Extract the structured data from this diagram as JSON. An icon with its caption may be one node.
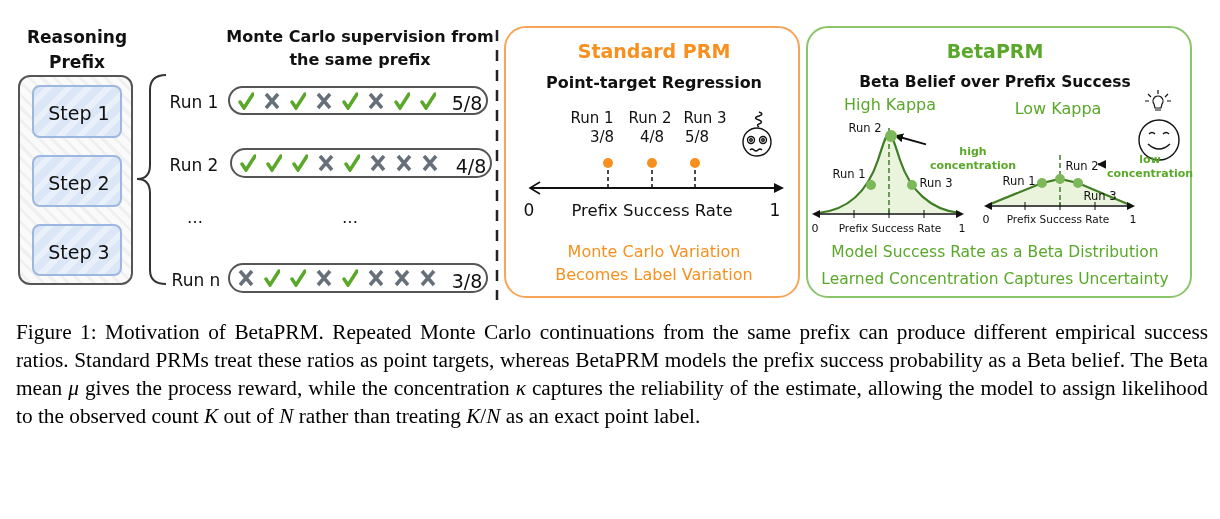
{
  "diagram": {
    "caption": "Figure 1:  Motivation of BetaPRM. Repeated Monte Carlo continuations from the same prefix can produce different empirical success ratios. Standard PRMs treat these ratios as point targets, whereas BetaPRM models the prefix success probability as a Beta belief. The Beta mean *μ* gives the process reward, while the concentration *κ* captures the reliability of the estimate, allowing the model to assign likelihood to the observed count *K* out of *N* rather than treating *K*/*N* as an exact point label.",
    "nodes": [
      {
        "text": [
          "Reasoning Prefix"
        ]
      },
      {
        "text": [
          "Step 1"
        ],
        "in": 0
      },
      {
        "text": [
          "Step 2"
        ],
        "in": 0
      },
      {
        "text": [
          "Step 3"
        ],
        "in": 0
      },
      {
        "text": [
          "5/8"
        ],
        "beside": [
          "Run 1"
        ]
      },
      {
        "text": [
          "4/8"
        ],
        "beside": [
          "Run 2"
        ]
      },
      {
        "text": [
          "3/8"
        ],
        "beside": [
          "Run n"
        ]
      },
      {
        "text": [
          "Standard PRM",
          "Point-target Regression",
          "Monte Carlo Variation Becomes Label Variation"
        ]
      },
      {
        "text": [
          "BetaPRM",
          "Beta Belief over Prefix Success",
          "Model Success Rate as a Beta Distribution",
          "Learned Concentration Captures  Uncertainty"
        ]
      },
      {
        "text": [
          "high concentration"
        ],
        "in": 8
      },
      {
        "text": [],
        "shape": "circle",
        "in": 8
      },
      {
        "text": [
          "low concentration"
        ],
        "in": 8
      },
      {
        "text": [
          "Run 2"
        ],
        "in": 8
      }
    ],
    "edges": [
      {
        "from": 9,
        "to": 10,
        "arrow": "to"
      },
      {
        "from": 11,
        "to": 12,
        "arrow": "to"
      }
    ],
    "labels": [
      "Monte Carlo supervision from the same prefix",
      "…",
      "…",
      "Run 1",
      "Run 2",
      "Run 3",
      "3/8",
      "4/8",
      "5/8",
      "0",
      "Prefix Success Rate",
      "1",
      "High Kappa",
      "Low Kappa",
      "Run 2",
      "Run 1",
      "Run 3",
      "0",
      "Prefix Success Rate",
      "1",
      "Run 1",
      "Run 3",
      "0",
      "Prefix Success Rate",
      "1"
    ]
  }
}
